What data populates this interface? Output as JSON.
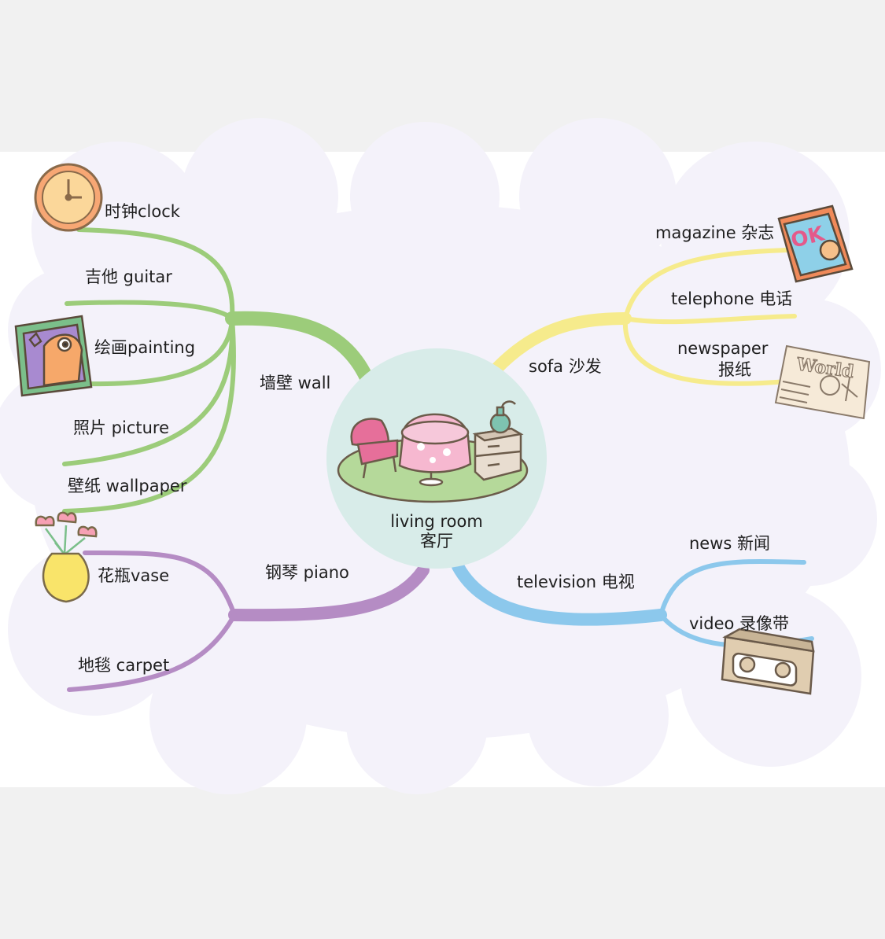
{
  "center": {
    "line1": "living room",
    "line2": "客厅"
  },
  "branches": {
    "wall": {
      "label": "墙壁 wall",
      "color": "#9ccc7a",
      "items": [
        "时钟clock",
        "吉他 guitar",
        "绘画painting",
        "照片 picture",
        "壁纸 wallpaper"
      ]
    },
    "sofa": {
      "label": "sofa 沙发",
      "color": "#f6eb8c",
      "items": [
        "magazine 杂志",
        "telephone 电话",
        "newspaper",
        "报纸"
      ]
    },
    "piano": {
      "label": "钢琴 piano",
      "color": "#b58cc4",
      "items": [
        "花瓶vase",
        "地毯 carpet"
      ]
    },
    "television": {
      "label": "television 电视",
      "color": "#8cc8ec",
      "items": [
        "news 新闻",
        "video 录像带"
      ]
    }
  },
  "pictures": {
    "magazine_cover": "OK",
    "newspaper_masthead": "World"
  },
  "icons": [
    "clock-icon",
    "painting-icon",
    "magazine-icon",
    "newspaper-icon",
    "vase-icon",
    "videotape-icon",
    "living-room-furniture-icon"
  ],
  "colors": {
    "cloud": "#f4f2fa",
    "center_circle": "#d8ece9",
    "band": "#ffffff",
    "outer": "#f1f1f1"
  }
}
